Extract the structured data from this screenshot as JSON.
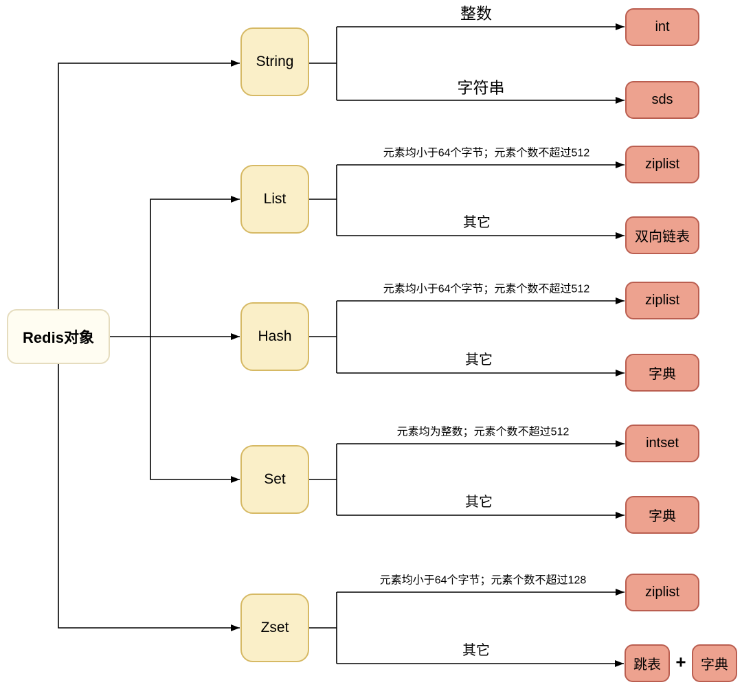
{
  "root": {
    "label": "Redis对象"
  },
  "types": [
    {
      "label": "String",
      "branches": [
        {
          "condition": "整数",
          "target": "int"
        },
        {
          "condition": "字符串",
          "target": "sds"
        }
      ]
    },
    {
      "label": "List",
      "branches": [
        {
          "condition": "元素均小于64个字节；元素个数不超过512",
          "target": "ziplist"
        },
        {
          "condition": "其它",
          "target": "双向链表"
        }
      ]
    },
    {
      "label": "Hash",
      "branches": [
        {
          "condition": "元素均小于64个字节；元素个数不超过512",
          "target": "ziplist"
        },
        {
          "condition": "其它",
          "target": "字典"
        }
      ]
    },
    {
      "label": "Set",
      "branches": [
        {
          "condition": "元素均为整数；元素个数不超过512",
          "target": "intset"
        },
        {
          "condition": "其它",
          "target": "字典"
        }
      ]
    },
    {
      "label": "Zset",
      "branches": [
        {
          "condition": "元素均小于64个字节；元素个数不超过128",
          "target": "ziplist"
        },
        {
          "condition": "其它",
          "target": "跳表",
          "operator": "+",
          "target2": "字典"
        }
      ]
    }
  ],
  "colors": {
    "type_fill": "#FAEFC8",
    "type_border": "#D6B964",
    "target_fill": "#EDA28F",
    "target_border": "#BA5E50",
    "root_fill": "#FFFDF2",
    "root_border": "#E5DCBE",
    "line": "#000000"
  }
}
